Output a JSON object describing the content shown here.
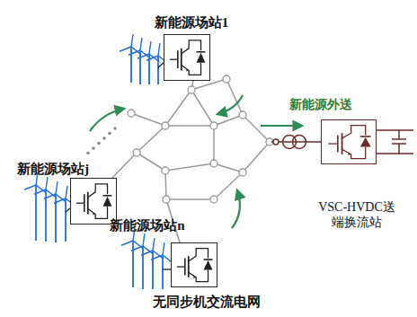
{
  "diagram": {
    "nodes": [
      {
        "text": [
          "无同步机交流电网"
        ]
      },
      {
        "text": [
          "新能源场站1"
        ],
        "in": 0
      },
      {
        "text": [
          "新能源场站j"
        ],
        "in": 0
      },
      {
        "text": [
          "新能源场站n"
        ],
        "in": 0
      },
      {
        "text": [
          "VSC-HVDC送端换流站"
        ]
      }
    ],
    "edges": [
      {
        "from": 0,
        "to": 4,
        "arrow": "none"
      }
    ],
    "labels": [
      "新能源外送"
    ]
  }
}
